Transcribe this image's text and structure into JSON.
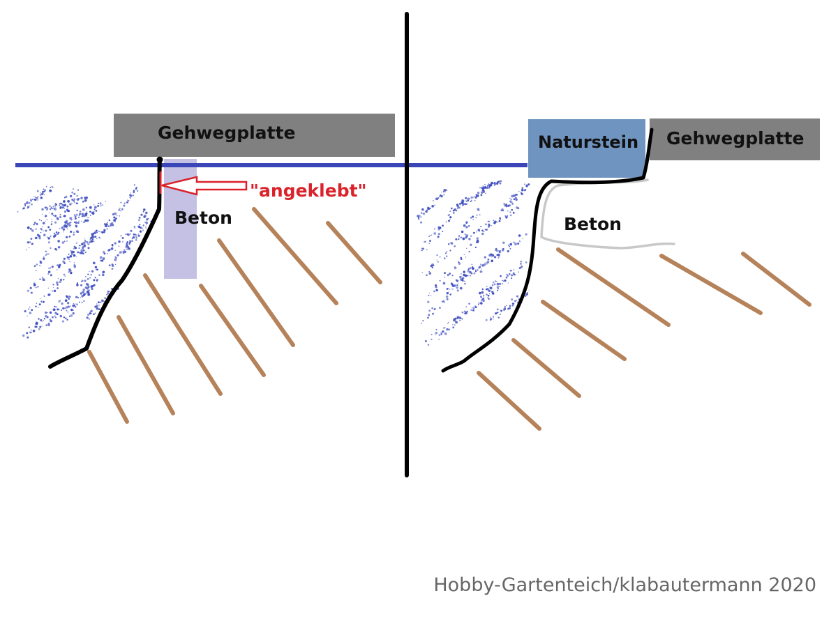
{
  "colors": {
    "background": "#ffffff",
    "paving_slab": "#808080",
    "natural_stone": "#6f94bf",
    "water_line": "#3a46b8",
    "water_dots": "#3f4fc0",
    "concrete_left": "#c4c1e4",
    "concrete_right_outline": "#c8c8c8",
    "liner": "#000000",
    "soil_lines": "#b5825a",
    "annotation_red": "#d9222a",
    "caption_gray": "#666666"
  },
  "left": {
    "paving_label": "Gehwegplatte",
    "concrete_label": "Beton",
    "glued_label": "\"angeklebt\""
  },
  "right": {
    "stone_label": "Naturstein",
    "paving_label": "Gehwegplatte",
    "concrete_label": "Beton"
  },
  "caption": "Hobby-Gartenteich/klabautermann 2020"
}
